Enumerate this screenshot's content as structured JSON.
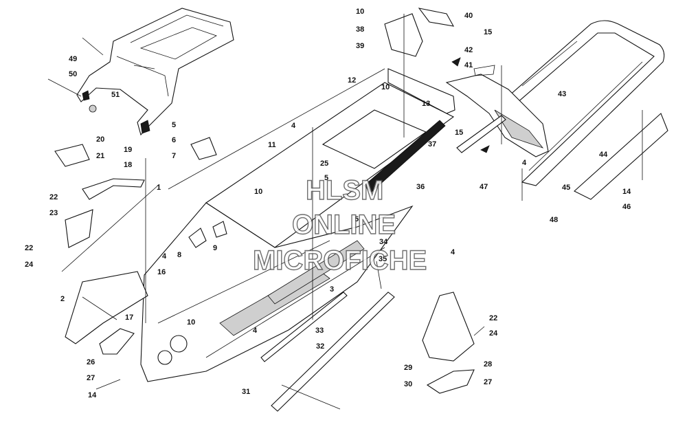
{
  "watermark": {
    "line1": "HLSM",
    "line2": "ONLINE",
    "line3": "MICROFICHE"
  },
  "callouts": {
    "c1": "1",
    "c2": "2",
    "c3": "3",
    "c4a": "4",
    "c4b": "4",
    "c4c": "4",
    "c4d": "4",
    "c4e": "4",
    "c5a": "5",
    "c5b": "5",
    "c5c": "5",
    "c6": "6",
    "c7": "7",
    "c8": "8",
    "c9": "9",
    "c10a": "10",
    "c10b": "10",
    "c10c": "10",
    "c10d": "10",
    "c11": "11",
    "c12": "12",
    "c13": "13",
    "c14a": "14",
    "c14b": "14",
    "c15a": "15",
    "c15b": "15",
    "c16": "16",
    "c17": "17",
    "c18": "18",
    "c19": "19",
    "c20": "20",
    "c21": "21",
    "c22a": "22",
    "c22b": "22",
    "c22c": "22",
    "c23": "23",
    "c24a": "24",
    "c24b": "24",
    "c25": "25",
    "c26": "26",
    "c27a": "27",
    "c27b": "27",
    "c28": "28",
    "c29": "29",
    "c30": "30",
    "c31": "31",
    "c32": "32",
    "c33": "33",
    "c34": "34",
    "c35": "35",
    "c36": "36",
    "c37": "37",
    "c38": "38",
    "c39": "39",
    "c40": "40",
    "c41": "41",
    "c42": "42",
    "c43": "43",
    "c44": "44",
    "c45": "45",
    "c46": "46",
    "c47": "47",
    "c48": "48",
    "c49": "49",
    "c50": "50",
    "c51": "51"
  }
}
